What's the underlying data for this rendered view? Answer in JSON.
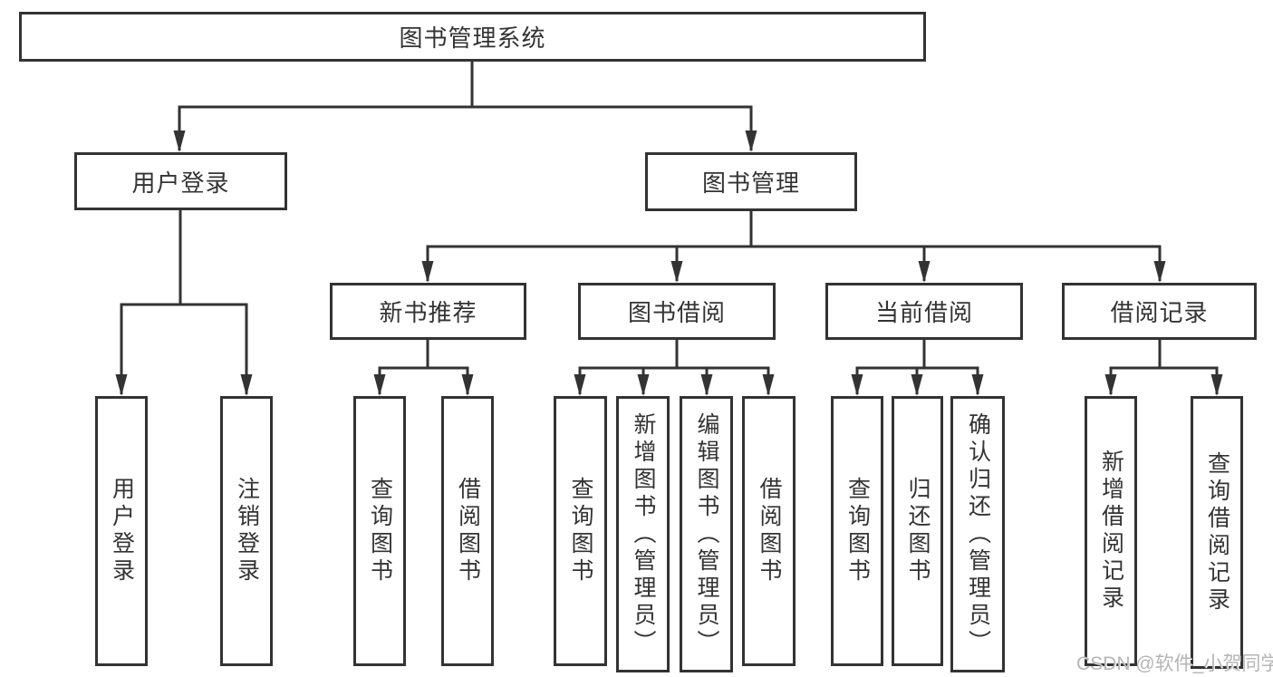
{
  "colors": {
    "line": "#333333",
    "box_border": "#333333",
    "box_background": "#ffffff",
    "text": "#333333",
    "watermark_text": "#b5b5b5"
  },
  "watermark": {
    "text": "CSDN @软件_小贺同学"
  },
  "tree": {
    "root": "图书管理系统",
    "branches": [
      {
        "label": "用户登录",
        "children": [
          "用户登录",
          "注销登录"
        ]
      },
      {
        "label": "图书管理",
        "children": [
          {
            "label": "新书推荐",
            "children": [
              "查询图书",
              "借阅图书"
            ]
          },
          {
            "label": "图书借阅",
            "children": [
              "查询图书",
              "新增图书（管理员）",
              "编辑图书（管理员）",
              "借阅图书"
            ]
          },
          {
            "label": "当前借阅",
            "children": [
              "查询图书",
              "归还图书",
              "确认归还（管理员）"
            ]
          },
          {
            "label": "借阅记录",
            "children": [
              "新增借阅记录",
              "查询借阅记录"
            ]
          }
        ]
      }
    ]
  }
}
